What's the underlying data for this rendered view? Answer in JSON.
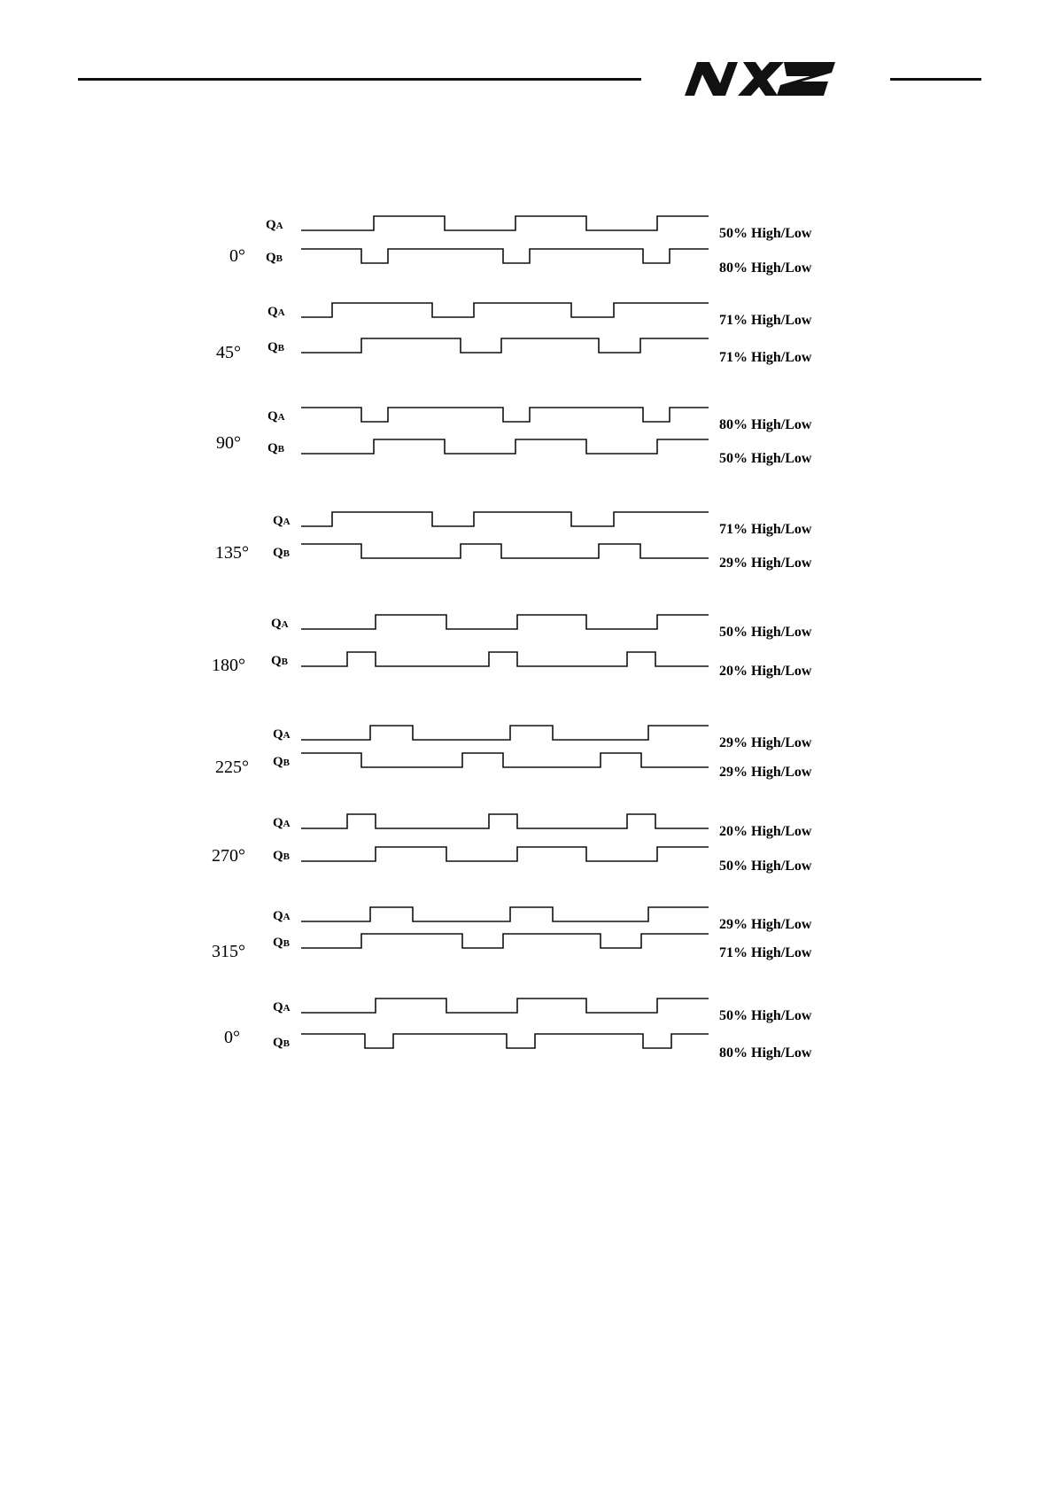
{
  "header": {
    "logo_text": "NX2",
    "logo_icon": "nx2-logo"
  },
  "diagram": {
    "rows": [
      {
        "angle": "0°",
        "qa": {
          "label": "QA",
          "duty": "50% High/Low"
        },
        "qb": {
          "label": "QB",
          "duty": "80% High/Low"
        }
      },
      {
        "angle": "45°",
        "qa": {
          "label": "QA",
          "duty": "71% High/Low"
        },
        "qb": {
          "label": "QB",
          "duty": "71% High/Low"
        }
      },
      {
        "angle": "90°",
        "qa": {
          "label": "QA",
          "duty": "80% High/Low"
        },
        "qb": {
          "label": "QB",
          "duty": "50% High/Low"
        }
      },
      {
        "angle": "135°",
        "qa": {
          "label": "QA",
          "duty": "71% High/Low"
        },
        "qb": {
          "label": "QB",
          "duty": "29% High/Low"
        }
      },
      {
        "angle": "180°",
        "qa": {
          "label": "QA",
          "duty": "50% High/Low"
        },
        "qb": {
          "label": "QB",
          "duty": "20% High/Low"
        }
      },
      {
        "angle": "225°",
        "qa": {
          "label": "QA",
          "duty": "29% High/Low"
        },
        "qb": {
          "label": "QB",
          "duty": "29% High/Low"
        }
      },
      {
        "angle": "270°",
        "qa": {
          "label": "QA",
          "duty": "20% High/Low"
        },
        "qb": {
          "label": "QB",
          "duty": "50% High/Low"
        }
      },
      {
        "angle": "315°",
        "qa": {
          "label": "QA",
          "duty": "29% High/Low"
        },
        "qb": {
          "label": "QB",
          "duty": "71% High/Low"
        }
      },
      {
        "angle": "0°",
        "qa": {
          "label": "QA",
          "duty": "50% High/Low"
        },
        "qb": {
          "label": "QB",
          "duty": "80% High/Low"
        }
      }
    ]
  }
}
